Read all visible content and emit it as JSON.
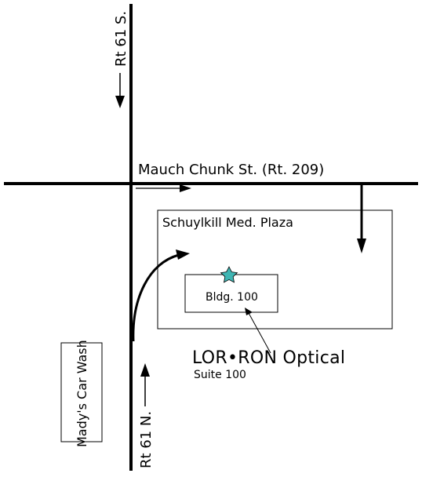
{
  "roads": {
    "rt61_south": "Rt 61 S.",
    "rt61_north": "Rt 61 N.",
    "mauch_chunk": "Mauch Chunk St. (Rt. 209)"
  },
  "places": {
    "plaza": "Schuylkill Med. Plaza",
    "building": "Bldg. 100",
    "car_wash": "Mady's Car Wash"
  },
  "destination": {
    "name": "LOR•RON Optical",
    "suite": "Suite 100",
    "marker_icon": "star-icon",
    "marker_color": "#3fb5b3"
  },
  "colors": {
    "road": "#000000",
    "background": "#ffffff"
  }
}
